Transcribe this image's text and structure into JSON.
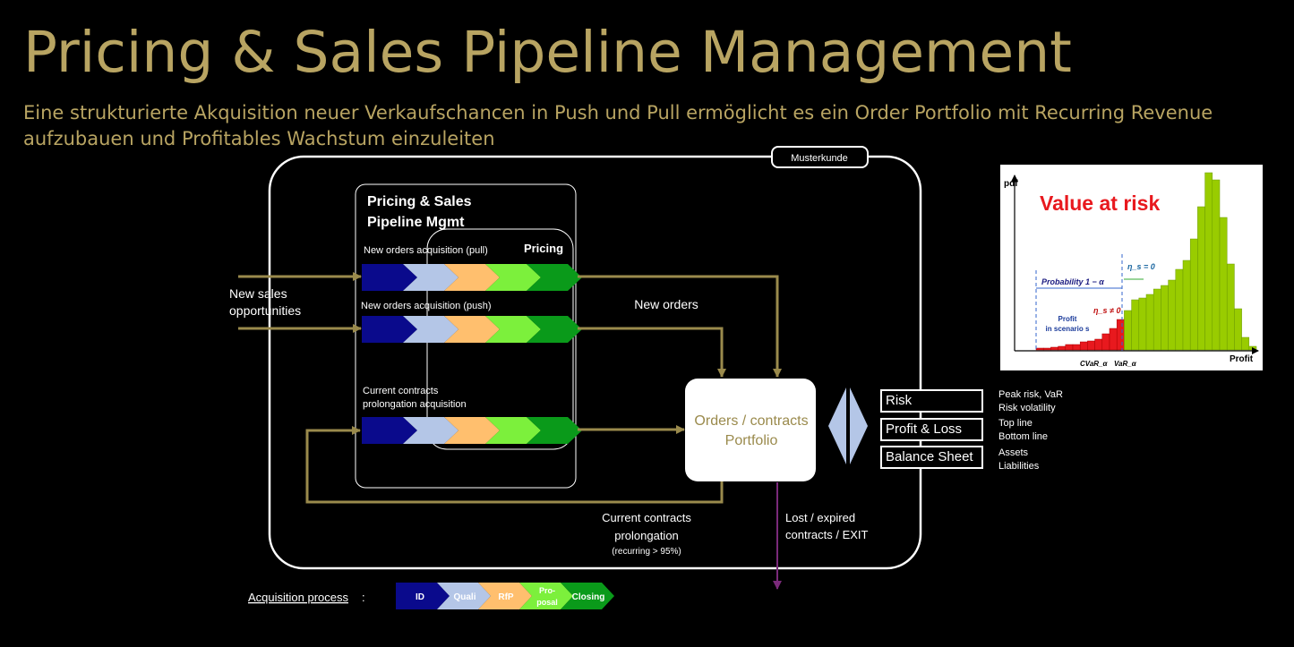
{
  "header": {
    "title": "Pricing & Sales Pipeline Management",
    "subtitle": "Eine strukturierte Akquisition neuer Verkaufschancen in Push und Pull ermöglicht es ein Order Portfolio mit Recurring Revenue aufzubauen und Profitables Wachstum einzuleiten"
  },
  "diagram": {
    "frame_label": "Musterkunde",
    "pipeline_box_title_1": "Pricing & Sales",
    "pipeline_box_title_2": "Pipeline Mgmt",
    "pricing_label": "Pricing",
    "rows": [
      {
        "label": "New orders acquisition (pull)"
      },
      {
        "label": "New orders acquisition (push)"
      },
      {
        "label_1": "Current contracts",
        "label_2": "prolongation acquisition"
      }
    ],
    "input_label_1": "New sales",
    "input_label_2": "opportunities",
    "new_orders_label": "New orders",
    "portfolio_label_1": "Orders / contracts",
    "portfolio_label_2": "Portfolio",
    "prolongation_label_1": "Current contracts",
    "prolongation_label_2": "prolongation",
    "prolongation_label_3": "(recurring > 95%)",
    "exit_label_1": "Lost / expired",
    "exit_label_2": "contracts / EXIT",
    "status_boxes": [
      {
        "label": "Risk",
        "note_1": "Peak risk, VaR",
        "note_2": "Risk volatility"
      },
      {
        "label": "Profit & Loss",
        "note_1": "Top line",
        "note_2": "Bottom line"
      },
      {
        "label": "Balance Sheet",
        "note_1": "Assets",
        "note_2": "Liabilities"
      }
    ]
  },
  "legend": {
    "title": "Acquisition process",
    "colon": ":",
    "steps": [
      {
        "label": "ID",
        "color": "#0a0a8c"
      },
      {
        "label": "Quali",
        "color": "#b4c6e7"
      },
      {
        "label": "RfP",
        "color": "#ffbf6e"
      },
      {
        "label_1": "Pro-",
        "label_2": "posal",
        "color": "#7cf03c"
      },
      {
        "label": "Closing",
        "color": "#0a9a1a"
      }
    ]
  },
  "var_chart": {
    "title": "Value at risk",
    "ylabel": "pdf",
    "xlabel": "Profit",
    "ann_eta0": "η_s = 0",
    "ann_prob": "Probability 1 − α",
    "ann_eta_ne0": "η_s ≠ 0",
    "ann_profit_1": "Profit",
    "ann_profit_2": "in scenario s",
    "ann_cvar": "CVaR_α",
    "ann_var": "VaR_α"
  },
  "colors": {
    "gold": "#b8a462",
    "arrow_gold": "#9a8a4c",
    "exit_purple": "#7a2a7a",
    "var_red": "#e8191e",
    "var_green": "#99cc00"
  }
}
